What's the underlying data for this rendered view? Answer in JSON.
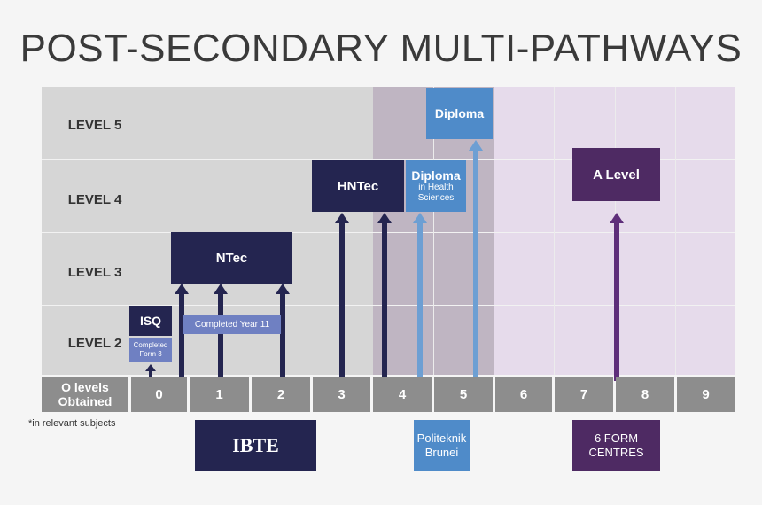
{
  "title": "POST-SECONDARY MULTI-PATHWAYS",
  "levels": [
    "LEVEL 5",
    "LEVEL 4",
    "LEVEL 3",
    "LEVEL 2"
  ],
  "axis": {
    "label_line1": "O levels",
    "label_line2": "Obtained",
    "cells": [
      "0",
      "1",
      "2",
      "3",
      "4",
      "5",
      "6",
      "7",
      "8",
      "9"
    ]
  },
  "footnote": "*in relevant subjects",
  "qualifications": {
    "isq": "ISQ",
    "isq_note_line1": "Completed",
    "isq_note_line2": "Form 3",
    "ntec": "NTec",
    "completed_year11": "Completed Year 11",
    "hntec": "HNTec",
    "diploma": "Diploma",
    "diploma_health_title": "Diploma",
    "diploma_health_line1": "in Health",
    "diploma_health_line2": "Sciences",
    "a_level": "A Level"
  },
  "institutions": {
    "ibte": "IBTE",
    "poli_line1": "Politeknik",
    "poli_line2": "Brunei",
    "form_line1": "6 FORM",
    "form_line2": "CENTRES"
  },
  "colors": {
    "ibte_zone": "#d6d6d6",
    "politeknik_zone": "#bfb5c2",
    "form_zone": "#e6dbeb",
    "navy": "#242550",
    "light_blue": "#4f8bc9",
    "purple": "#4e2a63",
    "axis_gray": "#8d8d8d"
  }
}
